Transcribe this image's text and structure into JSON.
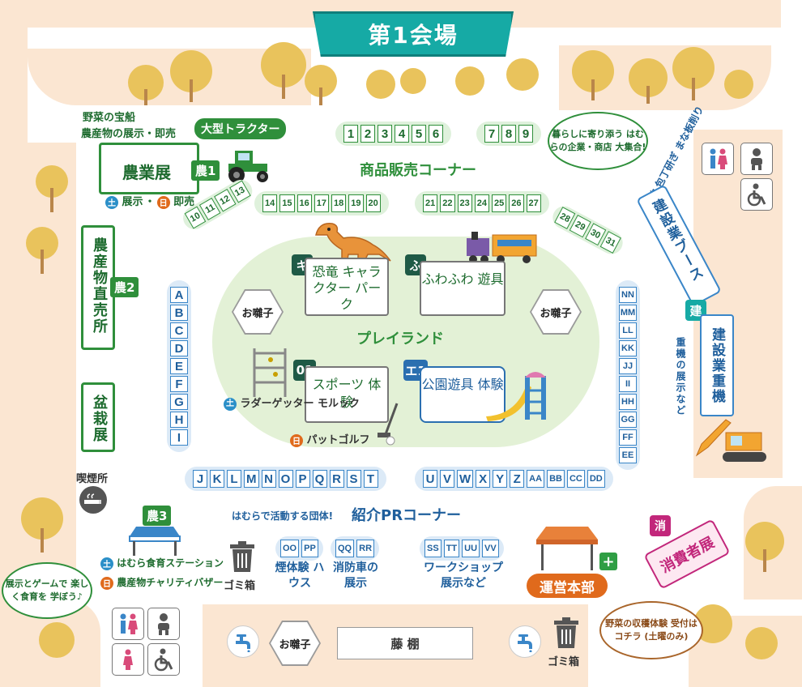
{
  "title": "第1会場",
  "agri": {
    "boat_caption_1": "野菜の宝船",
    "boat_caption_2": "農産物の展示・即売",
    "tractor": "大型トラクター",
    "expo": "農業展",
    "tag1": "農1",
    "sat_label": "展示",
    "sun_label": "即売",
    "direct": "農産物直売所",
    "tag2": "農2",
    "bonsai": "盆栽展",
    "smoking": "喫煙所"
  },
  "badges": {
    "sat": "土",
    "sun": "日"
  },
  "shop": {
    "title": "商品販売コーナー",
    "row_a": [
      "1",
      "2",
      "3",
      "4",
      "5",
      "6"
    ],
    "row_b": [
      "7",
      "8",
      "9"
    ],
    "row_c": [
      "10",
      "11",
      "12",
      "13"
    ],
    "row_d": [
      "14",
      "15",
      "16",
      "17",
      "18",
      "19",
      "20"
    ],
    "row_e": [
      "21",
      "22",
      "23",
      "24",
      "25",
      "26",
      "27"
    ],
    "row_f": [
      "28",
      "29",
      "30",
      "31"
    ],
    "bubble": "暮らしに寄り添う はむらの企業・商店 大集合!"
  },
  "play": {
    "title": "プレイランド",
    "dino_tag": "キ",
    "dino": "恐竜 キャラクター パーク",
    "fuwa_tag": "ふ",
    "fuwa": "ふわふわ 遊具",
    "hayashi": "お囃子",
    "sports_tag": "01",
    "sports": "スポーツ 体験",
    "park_tag": "エ1",
    "park": "公園遊具 体験",
    "ladder": "ラダーゲッター モルック",
    "putt": "パットゴルフ"
  },
  "blue_left": [
    "A",
    "B",
    "C",
    "D",
    "E",
    "F",
    "G",
    "H",
    "I"
  ],
  "blue_right": [
    "NN",
    "MM",
    "LL",
    "KK",
    "JJ",
    "II",
    "HH",
    "GG",
    "FF",
    "EE"
  ],
  "blue_bottom_a": [
    "J",
    "K",
    "L",
    "M",
    "N",
    "O",
    "P",
    "Q",
    "R",
    "S",
    "T"
  ],
  "blue_bottom_b": [
    "U",
    "V",
    "W",
    "X",
    "Y",
    "Z",
    "AA",
    "BB",
    "CC",
    "DD"
  ],
  "pr": {
    "caption": "はむらで活動する団体!",
    "title": "紹介PRコーナー",
    "smoke_codes": [
      "OO",
      "PP"
    ],
    "smoke_label": "煙体験 ハウス",
    "fire_codes": [
      "QQ",
      "RR"
    ],
    "fire_label": "消防車の 展示",
    "ws_codes": [
      "SS",
      "TT",
      "UU",
      "VV"
    ],
    "ws_label": "ワークショップ 展示など"
  },
  "construction": {
    "booth": "建設業ブース",
    "booth_sub": "射的 包丁研ぎ まな板削り",
    "tag": "建",
    "heavy": "建設業重機",
    "heavy_sub": "重機の展示など"
  },
  "food": {
    "tag": "農3",
    "station": "はむら食育ステーション",
    "bazaar": "農産物チャリティバザー",
    "bubble": "展示とゲームで 楽しく食育を 学ぼう♪"
  },
  "trash": "ゴミ箱",
  "hq": {
    "label": "運営本部",
    "bubble": "野菜の収穫体験 受付はコチラ (土曜のみ)"
  },
  "consumer": {
    "tag": "消",
    "label": "消費者展"
  },
  "fuji": "藤 棚",
  "bottom_hayashi": "お囃子",
  "colors": {
    "green": "#2f8f3b",
    "blue": "#3a86c8",
    "teal": "#16aaa5",
    "orange": "#e06a1c",
    "magenta": "#c2277b",
    "path": "#fbe6d2",
    "lawn": "#e3f1d6"
  },
  "icons": [
    "restroom-icon",
    "baby-care-icon",
    "wheelchair-icon",
    "tractor-icon",
    "dinosaur-icon",
    "train-icon",
    "slide-icon",
    "ladder-game-icon",
    "putter-icon",
    "smoking-icon",
    "trash-icon",
    "tent-icon",
    "first-aid-icon",
    "excavator-icon",
    "water-tap-icon",
    "tree-icon"
  ]
}
